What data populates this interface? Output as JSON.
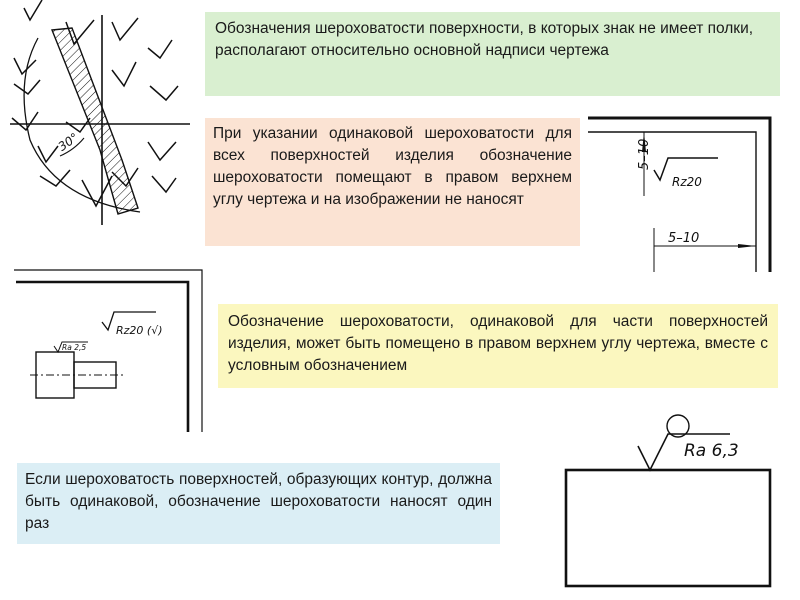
{
  "notes": {
    "no_shelf": "Обозначения шероховатости поверхности, в которых знак не имеет полки, располагают относительно основной надписи чертежа",
    "same_roughness_all": "При указании одинаковой шероховатости для всех поверхностей изделия обозначение шероховатости помещают в правом верхнем углу чертежа и на изображении не наносят",
    "same_roughness_part": "Обозначение шероховатости, одинаковой для части поверхностей изделия, может быть помещено в правом верхнем углу чертежа, вместе с условным обозначением",
    "contour": "Если шероховатость поверхностей, образующих контур, должна быть одинаковой, обозначение шероховатости наносят один раз"
  },
  "drawings": {
    "fan": {
      "angle_label": "30°"
    },
    "corner_all": {
      "symbol_label": "Rz20",
      "dim_vertical": "5–10",
      "dim_horizontal": "5–10"
    },
    "corner_part": {
      "symbol_label": "Rz20 (√)",
      "part_label": "Ra 2,5"
    },
    "contour": {
      "symbol_label": "Ra 6,3"
    }
  },
  "colors": {
    "green_note": "#d9efd0",
    "peach_note": "#fbe3d3",
    "yellow_note": "#fbf7bf",
    "blue_note": "#dbeef5",
    "line": "#111111"
  }
}
